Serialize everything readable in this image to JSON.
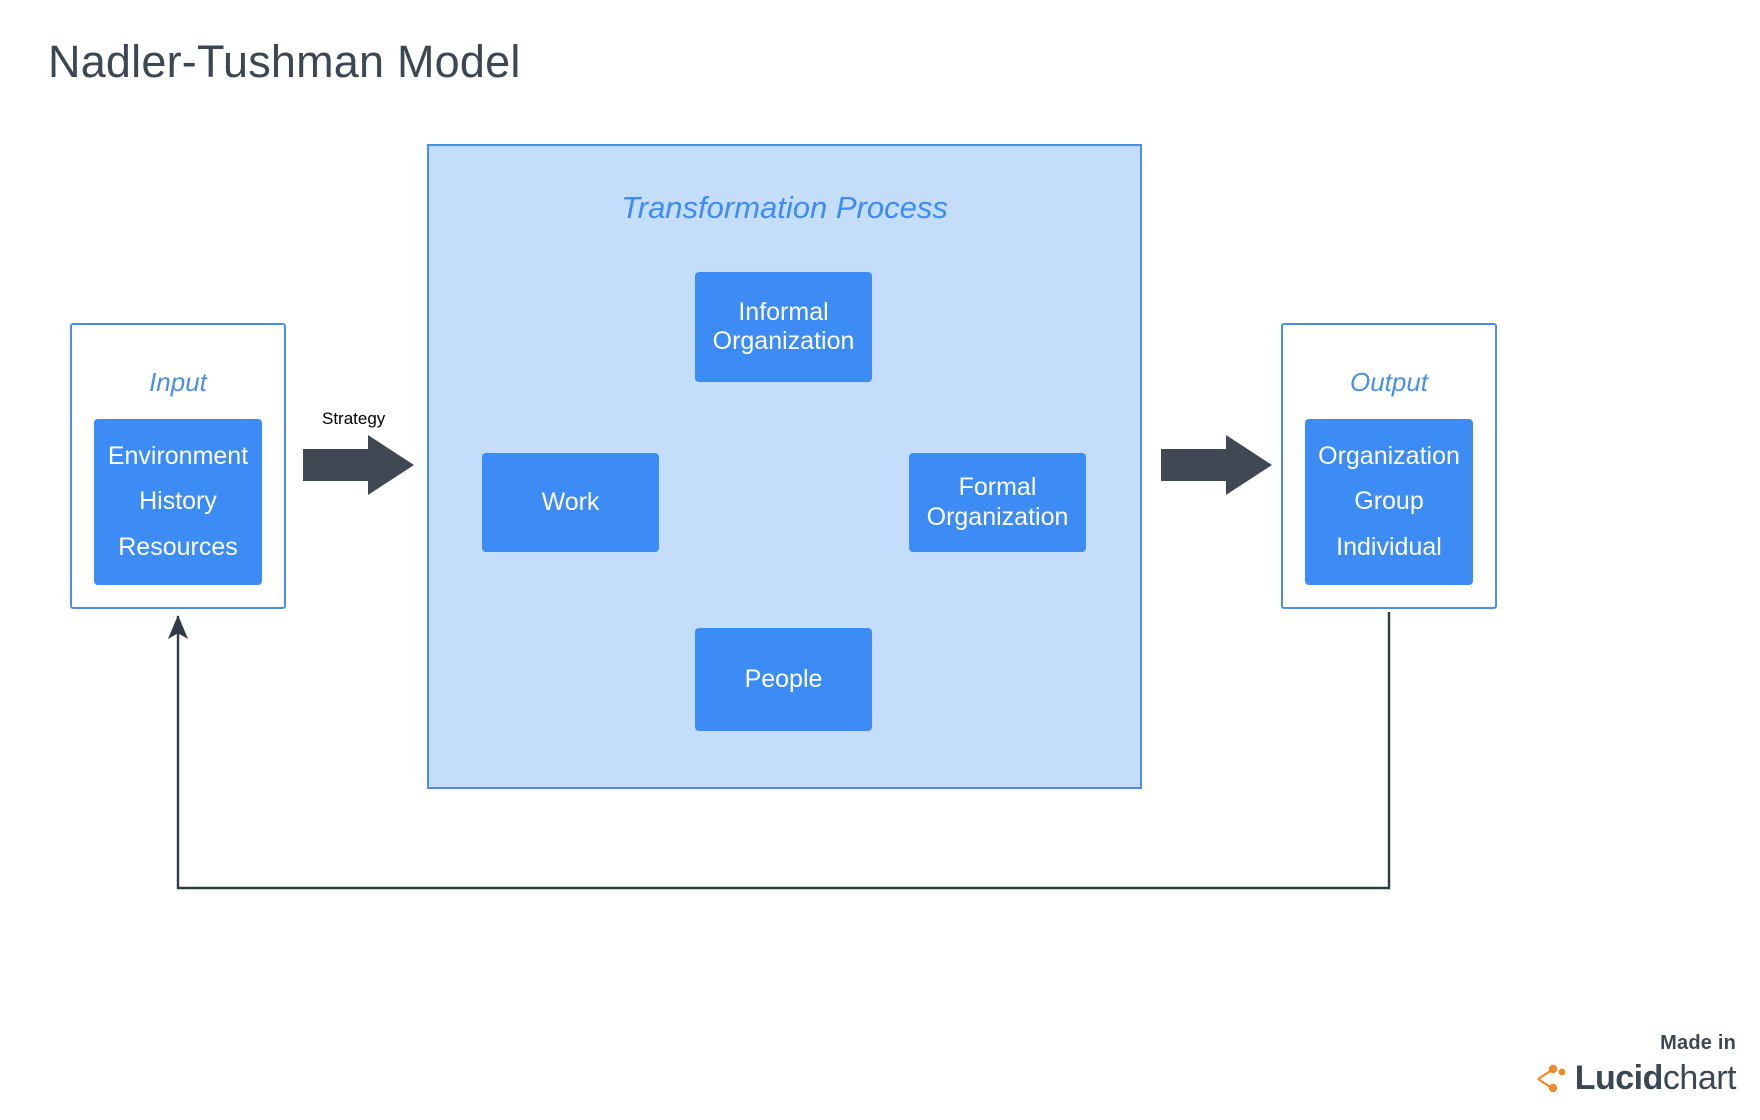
{
  "page": {
    "title": "Nadler-Tushman Model",
    "background": "#ffffff"
  },
  "colors": {
    "title_text": "#3c4754",
    "box_blue": "#3d8bf5",
    "container_light_blue": "#c3ddfb",
    "border_blue": "#4a90e2",
    "arrow_dark": "#3f4853",
    "connector_dark": "#2f3b47",
    "lucid_orange": "#f0892b"
  },
  "input": {
    "title": "Input",
    "items": [
      "Environment",
      "History",
      "Resources"
    ]
  },
  "strategy_arrow": {
    "label": "Strategy",
    "icon": "block-arrow-right-icon"
  },
  "transformation": {
    "title": "Transformation Process",
    "boxes": [
      {
        "id": "informal",
        "label": "Informal\nOrganization",
        "line1": "Informal",
        "line2": "Organization"
      },
      {
        "id": "work",
        "label": "Work",
        "line1": "Work",
        "line2": ""
      },
      {
        "id": "formal",
        "label": "Formal\nOrganization",
        "line1": "Formal",
        "line2": "Organization"
      },
      {
        "id": "people",
        "label": "People",
        "line1": "People",
        "line2": ""
      }
    ],
    "connectors": [
      {
        "from": "work",
        "to": "informal",
        "type": "double-headed"
      },
      {
        "from": "informal",
        "to": "formal",
        "type": "double-headed"
      },
      {
        "from": "formal",
        "to": "people",
        "type": "double-headed"
      },
      {
        "from": "people",
        "to": "work",
        "type": "double-headed"
      },
      {
        "from": "work",
        "to": "formal",
        "type": "double-headed"
      },
      {
        "from": "informal",
        "to": "people",
        "type": "double-headed"
      }
    ]
  },
  "output_arrow": {
    "label": "",
    "icon": "block-arrow-right-icon"
  },
  "output": {
    "title": "Output",
    "items": [
      "Organization",
      "Group",
      "Individual"
    ]
  },
  "feedback_loop": {
    "description": "feedback from Output back to Input",
    "type": "single-headed"
  },
  "lucid_badge": {
    "made_in": "Made in",
    "brand_bold": "Lucid",
    "brand_light": "chart",
    "icon": "lucidchart-logo-icon"
  }
}
